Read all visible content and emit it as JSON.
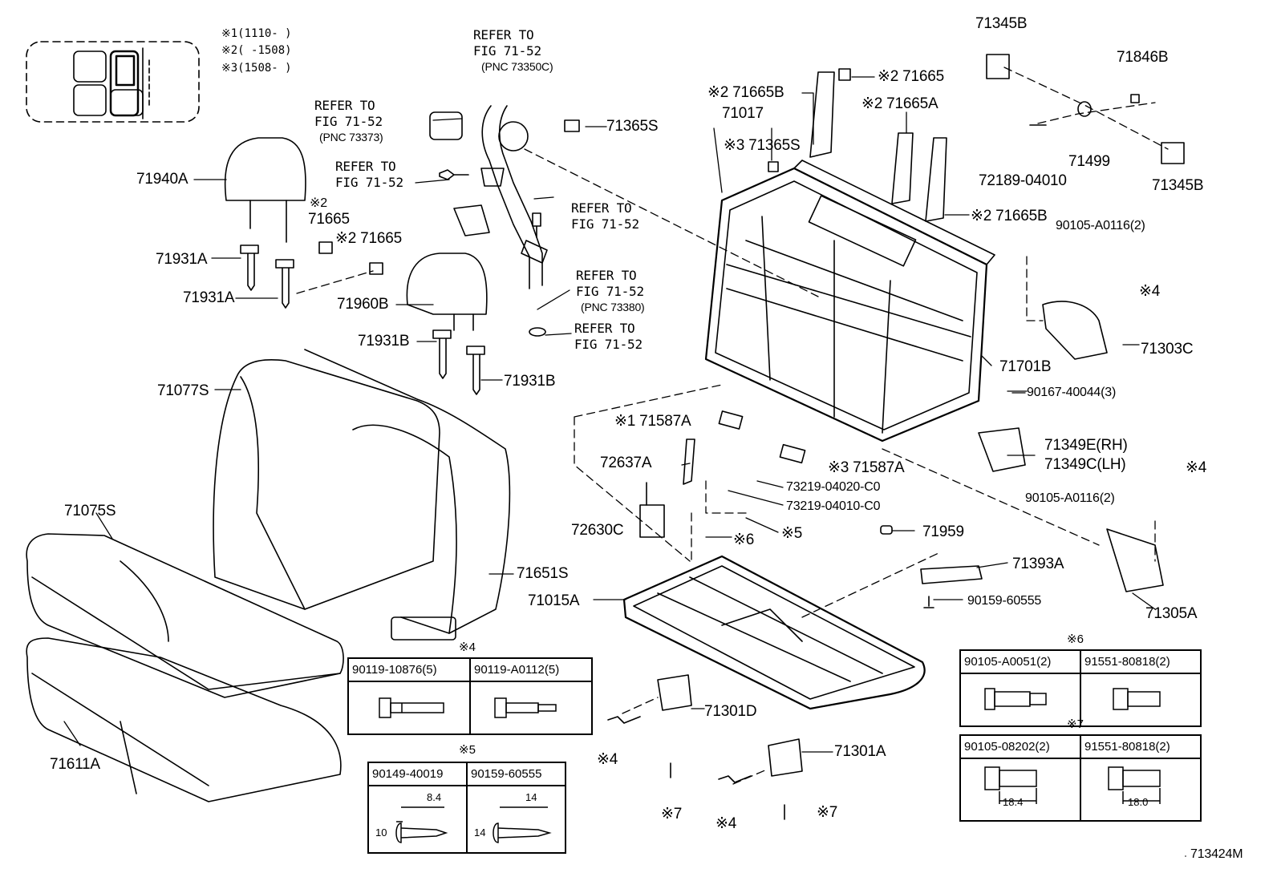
{
  "inset_notes": [
    "※1(1110-     )",
    "※2(     -1508)",
    "※3(1508-     )"
  ],
  "labels": {
    "p71345B_top": "71345B",
    "p71846B": "71846B",
    "p72189": "72189-04010",
    "p71499": "71499",
    "p71345B_bot": "71345B",
    "p90105_top": "90105-A0116(2)",
    "n4_a": "※4",
    "p71303C": "71303C",
    "p71701B": "71701B",
    "p90167": "90167-40044(3)",
    "p71349E": "71349E(RH)",
    "p71349C": "71349C(LH)",
    "n4_b": "※4",
    "p90105_mid": "90105-A0116(2)",
    "p71305A": "71305A",
    "p71959": "71959",
    "p71393A": "71393A",
    "p90159": "90159-60555",
    "p71665_1": "※2 71665",
    "p71665B_1": "※2 71665B",
    "p71017": "71017",
    "p71665A": "※2 71665A",
    "p71365S_b": "※3 71365S",
    "p71665B_2": "※2 71665B",
    "p71587A_1": "※1 71587A",
    "p71587A_2": "※3 71587A",
    "p72637A": "72637A",
    "p73219_20": "73219-04020-C0",
    "p73219_10": "73219-04010-C0",
    "n5": "※5",
    "p72630C": "72630C",
    "n6": "※6",
    "p71015A": "71015A",
    "p71301D": "71301D",
    "n4_c": "※4",
    "n7_a": "※7",
    "p71301A": "71301A",
    "n4_d": "※4",
    "n7_b": "※7",
    "refer1_a": "REFER TO",
    "refer1_b": "FIG 71-52",
    "refer1_c": "(PNC 73350C)",
    "refer2_a": "REFER TO",
    "refer2_b": "FIG 71-52",
    "refer2_c": "(PNC 73373)",
    "p71365S_a": "71365S",
    "refer3_a": "REFER TO",
    "refer3_b": "FIG 71-52",
    "refer4_a": "REFER TO",
    "refer4_b": "FIG 71-52",
    "refer5_a": "REFER TO",
    "refer5_b": "FIG 71-52",
    "refer5_c": "(PNC 73380)",
    "refer6_a": "REFER TO",
    "refer6_b": "FIG 71-52",
    "p71940A": "71940A",
    "n2_hr": "※2",
    "p71665_hr": "71665",
    "p71665_hr2": "※2 71665",
    "p71931A_1": "71931A",
    "p71931A_2": "71931A",
    "p71960B": "71960B",
    "p71931B_1": "71931B",
    "p71931B_2": "71931B",
    "p71077S": "71077S",
    "p71075S": "71075S",
    "p71651S": "71651S",
    "p71611A": "71611A",
    "diagram_id": "713424M"
  },
  "tables": {
    "t4": {
      "title": "※4",
      "cols": [
        "90119-10876(5)",
        "90119-A0112(5)"
      ]
    },
    "t5": {
      "title": "※5",
      "cols": [
        "90149-40019",
        "90159-60555"
      ],
      "dims": [
        "8.4",
        "10",
        "14",
        "14"
      ]
    },
    "t6": {
      "title": "※6",
      "cols": [
        "90105-A0051(2)",
        "91551-80818(2)"
      ]
    },
    "t7": {
      "title": "※7",
      "cols": [
        "90105-08202(2)",
        "91551-80818(2)"
      ],
      "dims": [
        "18.4",
        "18.0"
      ]
    }
  }
}
